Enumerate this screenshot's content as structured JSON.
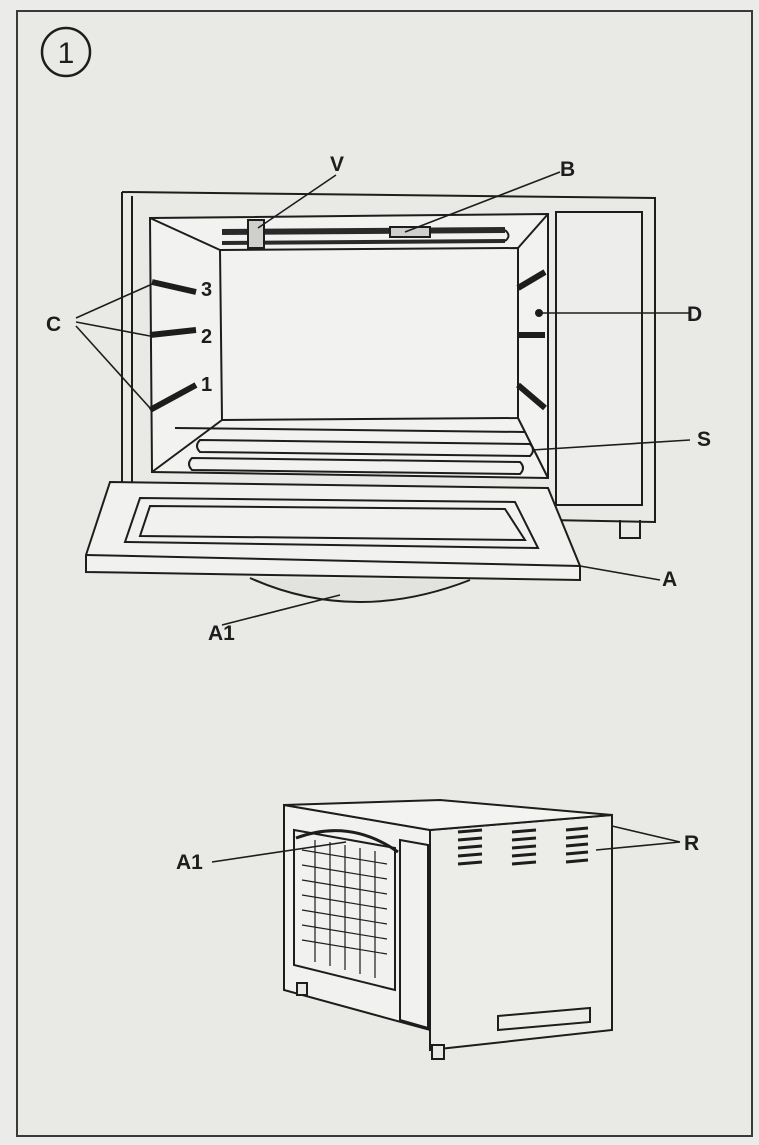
{
  "figure": {
    "step_number": "1",
    "colors": {
      "ink": "#1d1d1d",
      "paper": "#e9e9e6",
      "shade": "#cfcfcb"
    }
  },
  "labels": {
    "V": "V",
    "B": "B",
    "C": "C",
    "D": "D",
    "S": "S",
    "A": "A",
    "A1_top": "A1",
    "A1_bottom": "A1",
    "R": "R",
    "shelf_1": "1",
    "shelf_2": "2",
    "shelf_3": "3"
  }
}
